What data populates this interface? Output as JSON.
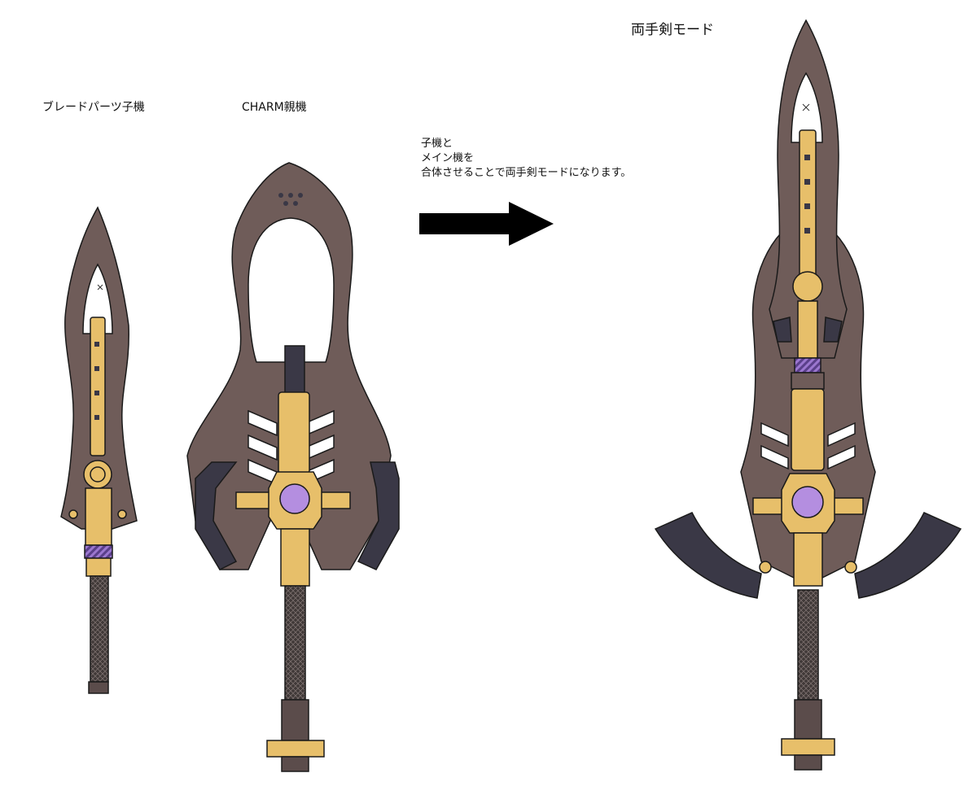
{
  "labels": {
    "child_unit": "ブレードパーツ子機",
    "parent_unit": "CHARM親機",
    "result_mode": "両手剣モード"
  },
  "note": {
    "lines": [
      "子機と",
      "メイン機を",
      "合体させることで両手剣モードになります。"
    ]
  },
  "colors": {
    "blade": "#6f5c59",
    "gold": "#e7bf6a",
    "dark": "#3a3846",
    "gem": "#b48ee0",
    "grip": "#3f3837",
    "arrow": "#000000"
  }
}
